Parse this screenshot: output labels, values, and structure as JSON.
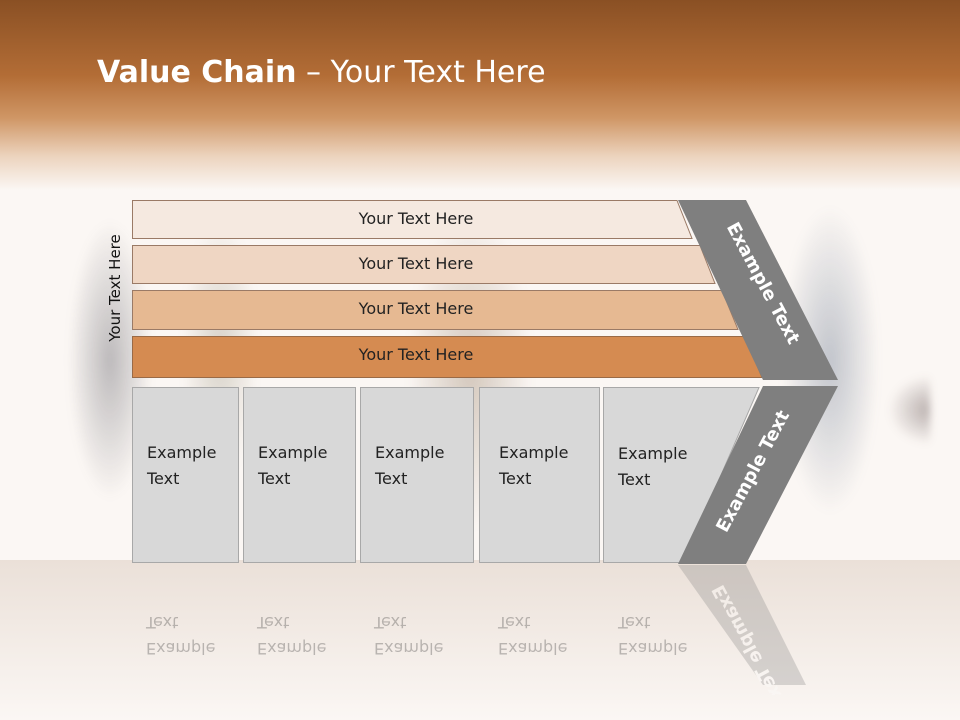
{
  "slide": {
    "title_bold": "Value Chain",
    "title_rest": " – Your Text Here",
    "side_label": "Your Text Here"
  },
  "rows": [
    {
      "label": "Your Text Here",
      "color": "#f5e9e0"
    },
    {
      "label": "Your Text Here",
      "color": "#efd6c3"
    },
    {
      "label": "Your Text Here",
      "color": "#e6b992"
    },
    {
      "label": "Your Text Here",
      "color": "#d58b51"
    }
  ],
  "boxes": [
    {
      "line1": "Example",
      "line2": "Text"
    },
    {
      "line1": "Example",
      "line2": "Text"
    },
    {
      "line1": "Example",
      "line2": "Text"
    },
    {
      "line1": "Example",
      "line2": "Text"
    },
    {
      "line1": "Example",
      "line2": "Text"
    }
  ],
  "chevron": {
    "upper_label": "Example Text",
    "lower_label": "Example Text",
    "color": "#7f7f7f"
  }
}
